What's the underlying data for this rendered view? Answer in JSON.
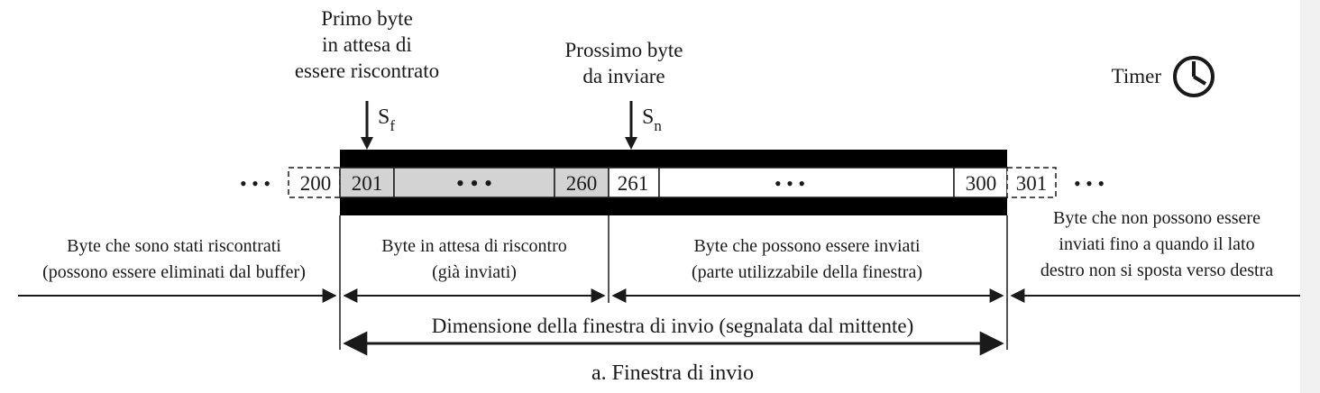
{
  "labels": {
    "first_unacked": [
      "Primo byte",
      "in attesa di",
      "essere riscontrato"
    ],
    "next_to_send": [
      "Prossimo byte",
      "da inviare"
    ],
    "timer": "Timer",
    "sf_letter": "S",
    "sf_sub": "f",
    "sn_letter": "S",
    "sn_sub": "n"
  },
  "cells": {
    "c200": "200",
    "c201": "201",
    "c260": "260",
    "c261": "261",
    "c300": "300",
    "c301": "301",
    "ellipsis": "• • •",
    "ellipsis_small": "• • •"
  },
  "regions": {
    "acked": [
      "Byte che sono stati riscontrati",
      "(possono essere eliminati dal buffer)"
    ],
    "waiting": [
      "Byte in attesa di riscontro",
      "(già inviati)"
    ],
    "sendable": [
      "Byte che possono essere inviati",
      "(parte utilizzabile della finestra)"
    ],
    "blocked": [
      "Byte che non possono essere",
      "inviati fino a quando il lato",
      "destro non si sposta verso destra"
    ]
  },
  "window_size": "Dimensione della finestra di invio (segnalata dal mittente)",
  "caption": "a. Finestra di invio",
  "colors": {
    "ink": "#1a1a1a",
    "bar": "#000000",
    "grey_cells": "#d3d3d3",
    "strip": "#f1f1f1"
  }
}
